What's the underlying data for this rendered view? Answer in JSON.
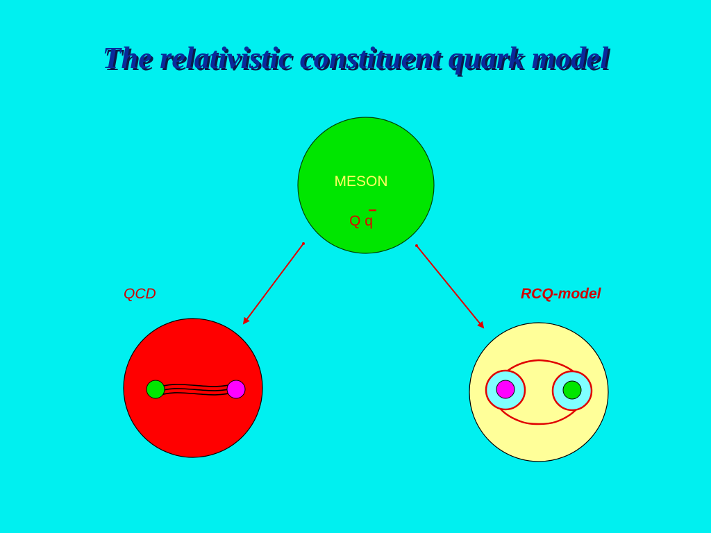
{
  "slide": {
    "title": "The  relativistic constituent quark model"
  },
  "meson": {
    "label": "MESON",
    "content": "Q q"
  },
  "branches": {
    "left_label": "QCD",
    "right_label": "RCQ-model"
  },
  "colors": {
    "background": "#00f0f0",
    "title": "#0a2a9a",
    "meson_fill": "#00e600",
    "qcd_fill": "#ff0000",
    "rcq_fill": "#ffff99",
    "arrow": "#e00000",
    "quark_green": "#00e600",
    "quark_magenta": "#ff00ff"
  },
  "icons": {
    "arrow_left": "arrow-down-left-icon",
    "arrow_right": "arrow-down-right-icon"
  }
}
